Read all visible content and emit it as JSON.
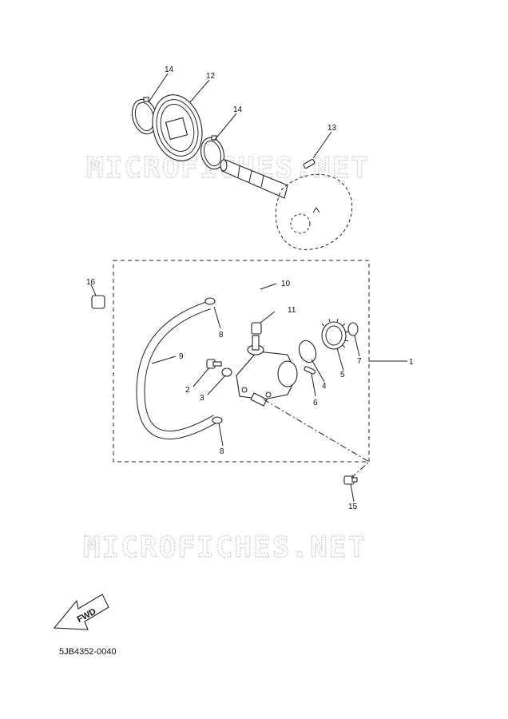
{
  "watermark": {
    "text": "MICROFICHES.NET"
  },
  "diagram_code": "5JB4352-0040",
  "fwd_label": "FWD",
  "callouts": {
    "c1": "1",
    "c2": "2",
    "c3": "3",
    "c4": "4",
    "c5": "5",
    "c6": "6",
    "c7": "7",
    "c8a": "8",
    "c8b": "8",
    "c9": "9",
    "c10": "10",
    "c11": "11",
    "c12": "12",
    "c13": "13",
    "c14a": "14",
    "c14b": "14",
    "c15": "15",
    "c16": "16"
  }
}
